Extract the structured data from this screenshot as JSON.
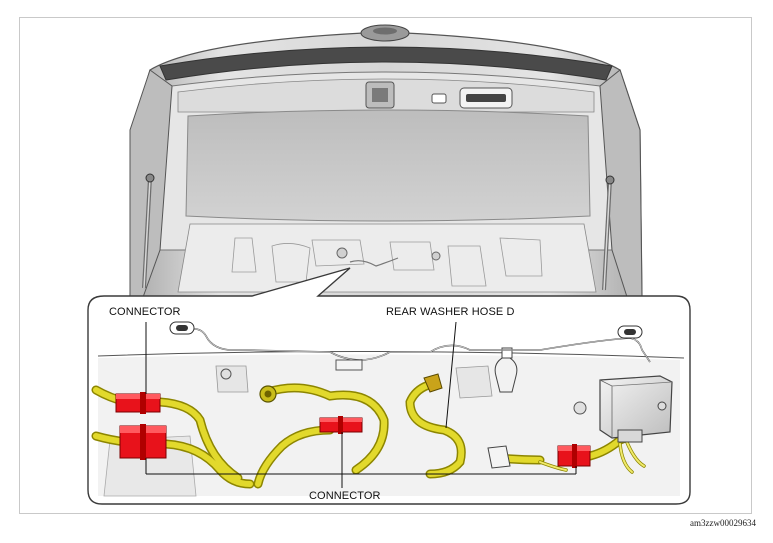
{
  "labels": {
    "connector_top": "CONNECTOR",
    "rear_washer_hose": "REAR WASHER HOSE D",
    "connector_bottom": "CONNECTOR"
  },
  "figure_id": "am3zzw00029634",
  "colors": {
    "connector": "#e8121b",
    "harness": "#e2d92c",
    "harness_dark": "#8d8600",
    "body_panel": "#cfcfcf",
    "glass": "#cbcbcb",
    "outline": "#3a3a3a"
  },
  "icons": [
    "connector-block",
    "grommet",
    "wiring-harness",
    "washer-hose",
    "module-box",
    "gas-strut"
  ]
}
